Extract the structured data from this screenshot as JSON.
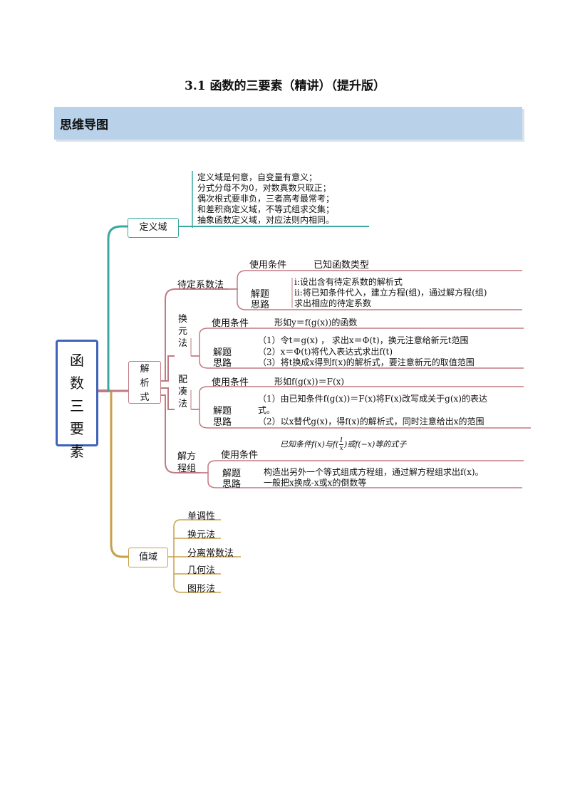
{
  "title": "3.1  函数的三要素（精讲）（提升版）",
  "banner": "思维导图",
  "root": [
    "函",
    "数",
    "三",
    "要",
    "素"
  ],
  "domain": {
    "label": "定义域",
    "notes": [
      "定义域是何意，自变量有意义；",
      "分式分母不为0，对数真数只取正；",
      "偶次根式要非负，三者高考最常考；",
      "和差积商定义域，不等式组求交集；",
      "抽象函数定义域，对应法则内相同。"
    ]
  },
  "analytic": {
    "label": [
      "解",
      "析",
      "式"
    ],
    "undetermined": {
      "label": "待定系数法",
      "cond_label": "使用条件",
      "cond_value": "已知函数类型",
      "idea_label": [
        "解题",
        "思路"
      ],
      "steps": [
        "i:设出含有待定系数的解析式",
        "ii:将已知条件代入，建立方程(组)，通过解方程(组)",
        "求出相应的待定系数"
      ]
    },
    "substitution": {
      "label": [
        "换",
        "元",
        "法"
      ],
      "cond_label": "使用条件",
      "cond_value": "形如y＝f(g(x))的函数",
      "idea_label": [
        "解题",
        "思路"
      ],
      "steps": [
        "（1）令t＝g(x) ，  求出x＝Φ(t)，换元注意给新元t范围",
        "（2）x＝Φ(t)将代入表达式求出f(t)",
        "（3）将t换成x得到f(x)的解析式，要注意新元的取值范围"
      ]
    },
    "matching": {
      "label": [
        "配",
        "凑",
        "法"
      ],
      "cond_label": "使用条件",
      "cond_value": "形如f(g(x))＝F(x)",
      "idea_label": [
        "解题",
        "思路"
      ],
      "steps": [
        "（1）由已知条件f(g(x))＝F(x)将F(x)改写成关于g(x)的表达",
        "式。",
        "（2）以x替代g(x)，得f(x)的解析式，同时注意给出x的范围"
      ]
    },
    "system": {
      "label": [
        "解方",
        "程组"
      ],
      "cond_label": "使用条件",
      "cond_pre": "已知条件f(x)与f(",
      "cond_frac_num": "1",
      "cond_frac_den": "x",
      "cond_post": ")或f(−x)等的式子",
      "idea_label": [
        "解题",
        "思路"
      ],
      "steps": [
        "构造出另外一个等式组成方程组，通过解方程组求出f(x)。",
        "一般把x换成-x或x的倒数等"
      ]
    }
  },
  "range": {
    "label": "值域",
    "methods": [
      "单调性",
      "换元法",
      "分离常数法",
      "几何法",
      "图形法"
    ]
  },
  "colors": {
    "banner": "#b9d2ea",
    "root_border": "#3f63b8",
    "teal": "#3aa8a0",
    "rose": "#c27a82",
    "gold": "#c8a04a"
  }
}
